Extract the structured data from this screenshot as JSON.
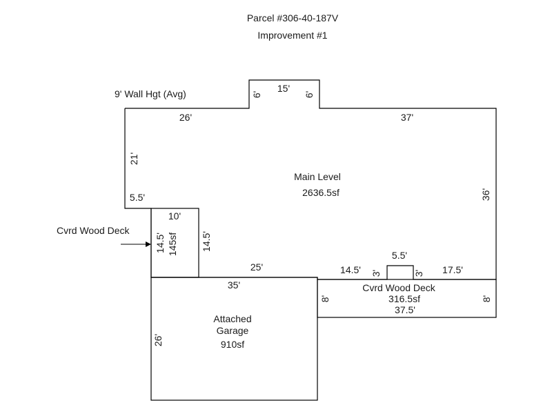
{
  "header": {
    "parcel": "Parcel #306-40-187V",
    "improvement": "Improvement #1"
  },
  "notes": {
    "wall_height": "9' Wall Hgt (Avg)"
  },
  "main_level": {
    "name": "Main Level",
    "area": "2636.5sf",
    "dims": {
      "top_left": "26'",
      "bump_top": "15'",
      "bump_side_left": "6'",
      "bump_side_right": "6'",
      "top_right": "37'",
      "left": "21'",
      "left_step": "5.5'",
      "right": "36'",
      "bottom_mid": "25'",
      "bottom_right_a": "14.5'",
      "notch_top": "5.5'",
      "notch_left": "3'",
      "notch_right": "3'",
      "bottom_right_b": "17.5'"
    }
  },
  "small_deck": {
    "callout": "Cvrd Wood Deck",
    "area": "145sf",
    "dims": {
      "top": "10'",
      "left": "14.5'",
      "right": "14.5'"
    }
  },
  "right_deck": {
    "name": "Cvrd Wood Deck",
    "area": "316.5sf",
    "dims": {
      "bottom": "37.5'",
      "left": "8'",
      "right": "8'"
    }
  },
  "garage": {
    "name_line1": "Attached",
    "name_line2": "Garage",
    "area": "910sf",
    "dims": {
      "top": "35'",
      "left": "26'"
    }
  }
}
